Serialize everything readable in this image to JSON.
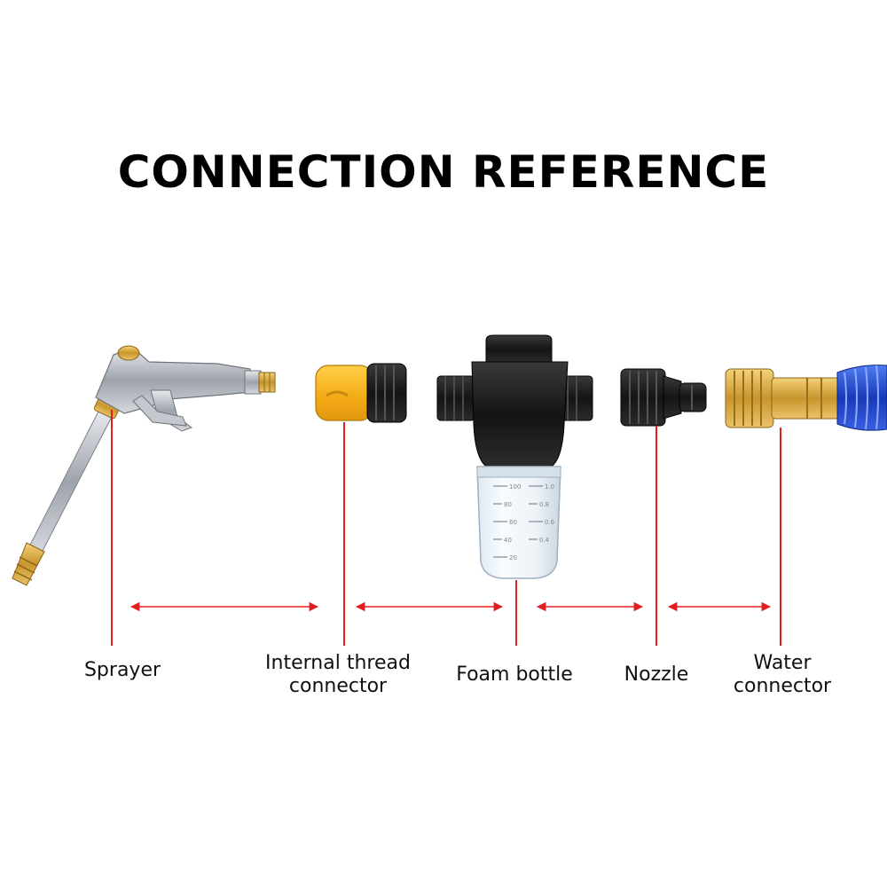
{
  "title": "CONNECTION REFERENCE",
  "components": [
    {
      "id": "sprayer",
      "label_lines": [
        "Sprayer"
      ]
    },
    {
      "id": "internal-thread-connector",
      "label_lines": [
        "Internal thread",
        "connector"
      ]
    },
    {
      "id": "foam-bottle",
      "label_lines": [
        "Foam bottle"
      ]
    },
    {
      "id": "nozzle",
      "label_lines": [
        "Nozzle"
      ]
    },
    {
      "id": "water-connector",
      "label_lines": [
        "Water",
        "connector"
      ]
    }
  ],
  "bottle_scale": [
    "100",
    "80",
    "60",
    "40",
    "20",
    "1.0",
    "0.8",
    "0.6",
    "0.4"
  ],
  "colors": {
    "accent_line": "#e02020",
    "connector_yellow": "#f5b21b",
    "brass": "#d4a63a",
    "hose_blue": "#1e4fd8",
    "metal": "#b8bcc4",
    "black_part": "#1c1c1c"
  },
  "icons": [
    "sprayer-gun-icon",
    "internal-thread-connector-icon",
    "foam-bottle-icon",
    "nozzle-icon",
    "water-connector-hose-icon"
  ]
}
